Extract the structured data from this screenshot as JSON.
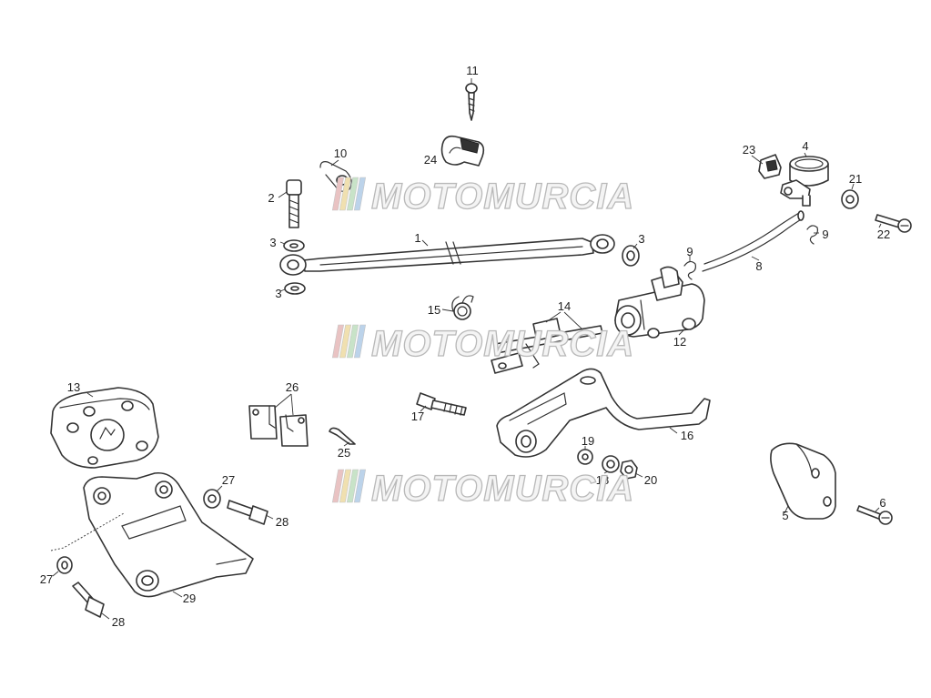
{
  "watermark": {
    "text": "MOTOMURCIA",
    "stripe_colors": [
      "#e9c3c3",
      "#f0e0b0",
      "#c8e3c8",
      "#bcd3ea"
    ]
  },
  "callouts": [
    {
      "id": "c1",
      "label": "1"
    },
    {
      "id": "c2",
      "label": "2"
    },
    {
      "id": "c3a",
      "label": "3"
    },
    {
      "id": "c3b",
      "label": "3"
    },
    {
      "id": "c3c",
      "label": "3"
    },
    {
      "id": "c4",
      "label": "4"
    },
    {
      "id": "c5",
      "label": "5"
    },
    {
      "id": "c6",
      "label": "6"
    },
    {
      "id": "c8",
      "label": "8"
    },
    {
      "id": "c9a",
      "label": "9"
    },
    {
      "id": "c9b",
      "label": "9"
    },
    {
      "id": "c10",
      "label": "10"
    },
    {
      "id": "c11",
      "label": "11"
    },
    {
      "id": "c12",
      "label": "12"
    },
    {
      "id": "c13",
      "label": "13"
    },
    {
      "id": "c14",
      "label": "14"
    },
    {
      "id": "c15",
      "label": "15"
    },
    {
      "id": "c16",
      "label": "16"
    },
    {
      "id": "c17",
      "label": "17"
    },
    {
      "id": "c18",
      "label": "18"
    },
    {
      "id": "c19",
      "label": "19"
    },
    {
      "id": "c20",
      "label": "20"
    },
    {
      "id": "c21",
      "label": "21"
    },
    {
      "id": "c22",
      "label": "22"
    },
    {
      "id": "c23",
      "label": "23"
    },
    {
      "id": "c24",
      "label": "24"
    },
    {
      "id": "c25",
      "label": "25"
    },
    {
      "id": "c26",
      "label": "26"
    },
    {
      "id": "c27a",
      "label": "27"
    },
    {
      "id": "c27b",
      "label": "27"
    },
    {
      "id": "c28a",
      "label": "28"
    },
    {
      "id": "c28b",
      "label": "28"
    },
    {
      "id": "c29",
      "label": "29"
    }
  ]
}
